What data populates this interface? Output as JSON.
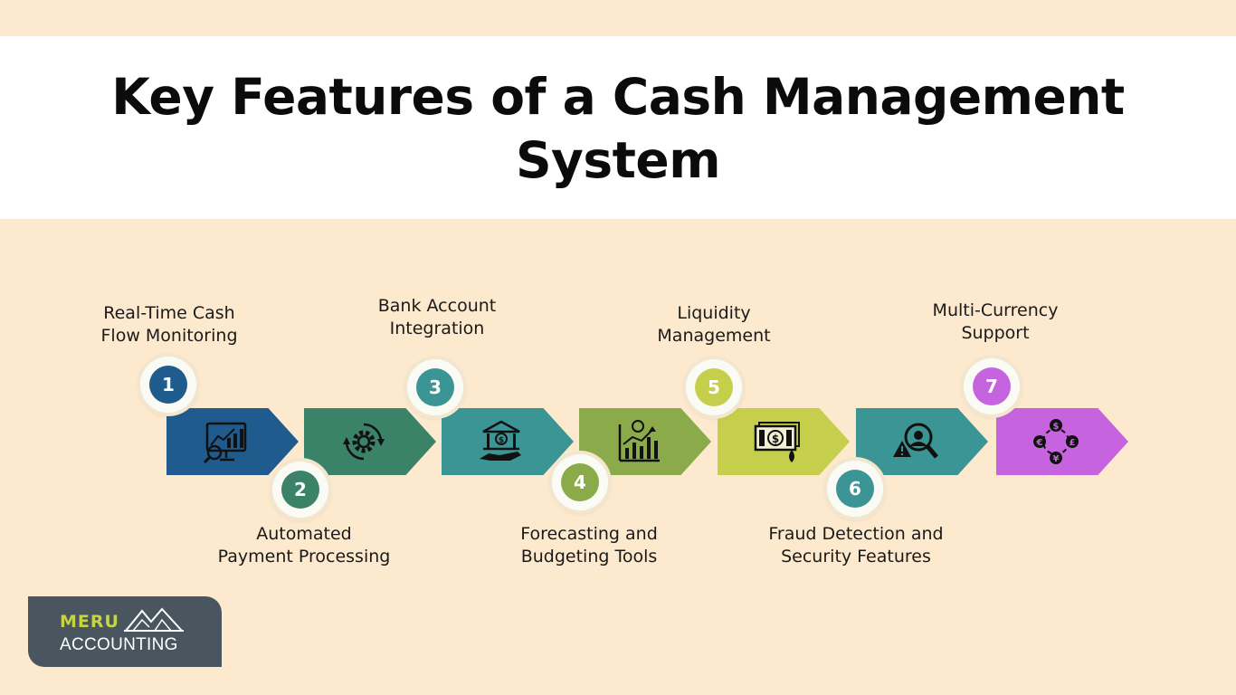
{
  "title": "Key Features of a Cash Management System",
  "colors": {
    "background": "#fde9cd",
    "step1": "#1f5b8c",
    "step2": "#3a8268",
    "step3": "#3b9594",
    "step4": "#8bab4a",
    "step5": "#c6cf4b",
    "step6": "#3b9594",
    "step7": "#c663df",
    "logo": "#49565f",
    "logo_accent": "#c6d443"
  },
  "steps": [
    {
      "number": "1",
      "line1": "Real-Time Cash",
      "line2": "Flow Monitoring",
      "icon": "monitor-chart-icon"
    },
    {
      "number": "2",
      "line1": "Automated",
      "line2": "Payment Processing",
      "icon": "gear-cycle-icon"
    },
    {
      "number": "3",
      "line1": "Bank Account",
      "line2": "Integration",
      "icon": "bank-hand-icon"
    },
    {
      "number": "4",
      "line1": "Forecasting and",
      "line2": "Budgeting Tools",
      "icon": "forecast-chart-icon"
    },
    {
      "number": "5",
      "line1": "Liquidity",
      "line2": "Management",
      "icon": "cash-drop-icon"
    },
    {
      "number": "6",
      "line1": "Fraud Detection and",
      "line2": "Security Features",
      "icon": "fraud-search-icon"
    },
    {
      "number": "7",
      "line1": "Multi-Currency",
      "line2": "Support",
      "icon": "currency-exchange-icon"
    }
  ],
  "logo": {
    "line1": "MERU",
    "line2": "ACCOUNTING",
    "icon": "mountain-icon"
  }
}
